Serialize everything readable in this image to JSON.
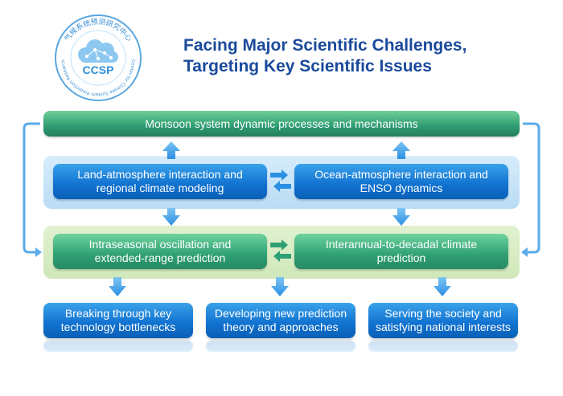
{
  "logo": {
    "abbr": "CCSP",
    "chinese_arc": "气候系统预测研究中心",
    "english_arc": "Center for Climate System Prediction Research"
  },
  "title": {
    "line1": "Facing Major Scientific Challenges,",
    "line2": "Targeting Key Scientific Issues"
  },
  "top_bar": "Monsoon system dynamic processes and mechanisms",
  "row1": {
    "left": "Land-atmosphere interaction and\nregional climate modeling",
    "right": "Ocean-atmosphere interaction and\nENSO dynamics"
  },
  "row2": {
    "left": "Intraseasonal oscillation and\nextended-range prediction",
    "right": "Interannual-to-decadal climate\nprediction"
  },
  "outcomes": [
    "Breaking through key\ntechnology bottlenecks",
    "Developing  new prediction\ntheory and approaches",
    "Serving the society and\nsatisfying national interests"
  ],
  "colors": {
    "title": "#1a4a9c",
    "blue_box": "#1071cf",
    "green_box": "#2fa074",
    "arrow_blue": "#3a9ee8"
  }
}
